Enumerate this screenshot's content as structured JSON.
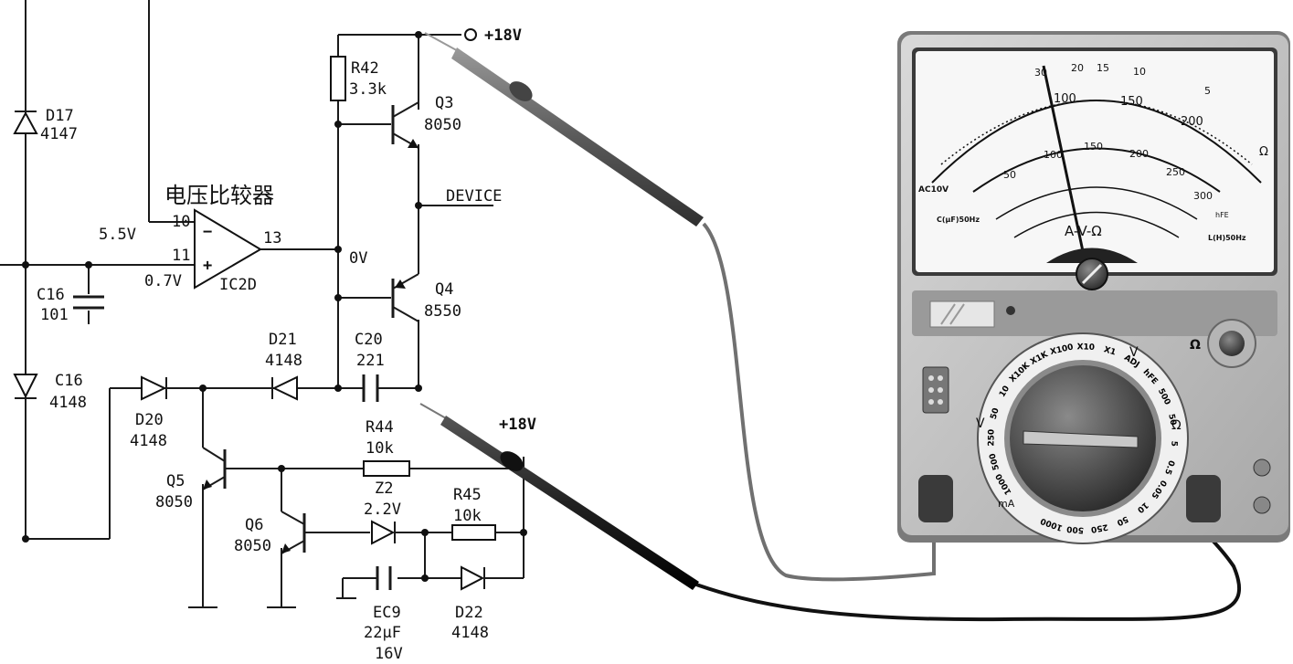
{
  "comparator": {
    "title": "电压比较器",
    "in_minus_pin": "10",
    "in_plus_pin": "11",
    "out_pin": "13",
    "name": "IC2D",
    "minus_voltage": "5.5V",
    "plus_voltage": "0.7V",
    "minus_sign": "−",
    "plus_sign": "+"
  },
  "components": {
    "d17": {
      "ref": "D17",
      "val": "4147"
    },
    "c16_cap": {
      "ref": "C16",
      "val": "101"
    },
    "c16_diode": {
      "ref": "C16",
      "val": "4148"
    },
    "r42": {
      "ref": "R42",
      "val": "3.3k"
    },
    "q3": {
      "ref": "Q3",
      "val": "8050"
    },
    "q4": {
      "ref": "Q4",
      "val": "8550"
    },
    "d21": {
      "ref": "D21",
      "val": "4148"
    },
    "c20": {
      "ref": "C20",
      "val": "221"
    },
    "d20": {
      "ref": "D20",
      "val": "4148"
    },
    "r44": {
      "ref": "R44",
      "val": "10k"
    },
    "z2": {
      "ref": "Z2",
      "val": "2.2V"
    },
    "r45": {
      "ref": "R45",
      "val": "10k"
    },
    "q5": {
      "ref": "Q5",
      "val": "8050"
    },
    "q6": {
      "ref": "Q6",
      "val": "8050"
    },
    "ec9": {
      "ref": "EC9",
      "val": "22μF",
      "volt": "16V"
    },
    "d22": {
      "ref": "D22",
      "val": "4148"
    }
  },
  "nets": {
    "supply_top": "+18V",
    "supply_mid": "+18V",
    "device": "DEVICE",
    "midpoint": "0V"
  },
  "meter": {
    "top_numbers": [
      "30",
      "20",
      "15",
      "10",
      "5"
    ],
    "mid_numbers": [
      "100",
      "150",
      "200"
    ],
    "arc_numbers": [
      "50",
      "100",
      "150",
      "200",
      "250",
      "300"
    ],
    "label_ac": "AC10V",
    "label_c": "C(μF)50Hz",
    "label_l": "L(H)50Hz",
    "label_hfe": "hFE",
    "label_mode": "A-V-Ω",
    "ohm_symbol": "Ω",
    "dial_v": "V",
    "dial_ohm": "Ω",
    "dial_ma": "mA",
    "dial_ranges": [
      "1000",
      "500",
      "250",
      "50",
      "10",
      "X10K",
      "X1K",
      "X100",
      "X10",
      "X1",
      "ADJ",
      "hFE",
      "500",
      "50",
      "5",
      "0.5",
      "0.05",
      "10",
      "50",
      "250",
      "500",
      "1000"
    ]
  },
  "colors": {
    "meter_body": "#c8c8c8",
    "probe": "#6a6a6a",
    "lead": "#222222"
  }
}
